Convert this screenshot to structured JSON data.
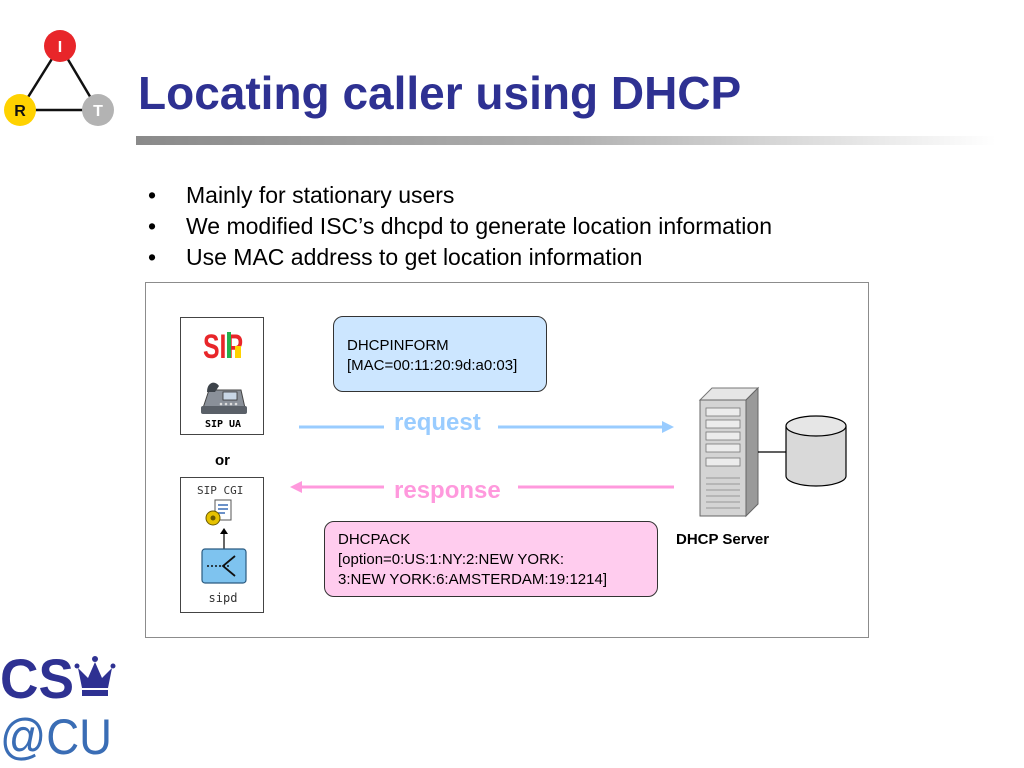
{
  "logo": {
    "nodes": [
      {
        "letter": "I",
        "color": "#e8262a"
      },
      {
        "letter": "R",
        "color": "#ffd200"
      },
      {
        "letter": "T",
        "color": "#b3b3b3"
      }
    ],
    "footer_line1": "CS",
    "footer_line2": "@CU",
    "brand_color": "#2e3192",
    "footer_color": "#3a6db5"
  },
  "title": "Locating caller using DHCP",
  "bullets": [
    "Mainly for stationary users",
    "We modified ISC’s dhcpd to generate location information",
    "Use MAC address to get location information"
  ],
  "bullet_symbol": "•",
  "diagram": {
    "sip_ua": {
      "logo_text": "SIP",
      "label": "SIP UA",
      "icon": "desk-phone-icon"
    },
    "or_label": "or",
    "sip_cgi": {
      "label": "SIP CGI",
      "icon": "cgi-script-icon",
      "sub_label": "sipd",
      "sub_icon": "sipd-server-icon"
    },
    "request": {
      "label": "request",
      "color": "#99ccff"
    },
    "response": {
      "label": "response",
      "color": "#ff99dd"
    },
    "inform_message": {
      "line1": "DHCPINFORM",
      "line2": "[MAC=00:11:20:9d:a0:03]",
      "fill": "#cce6ff"
    },
    "ack_message": {
      "line1": "DHCPACK",
      "line2": "[option=0:US:1:NY:2:NEW YORK:",
      "line3": "3:NEW YORK:6:AMSTERDAM:19:1214]",
      "fill": "#ffccee"
    },
    "server": {
      "label": "DHCP Server",
      "icon": "server-tower-icon",
      "storage_icon": "database-cylinder-icon"
    }
  }
}
